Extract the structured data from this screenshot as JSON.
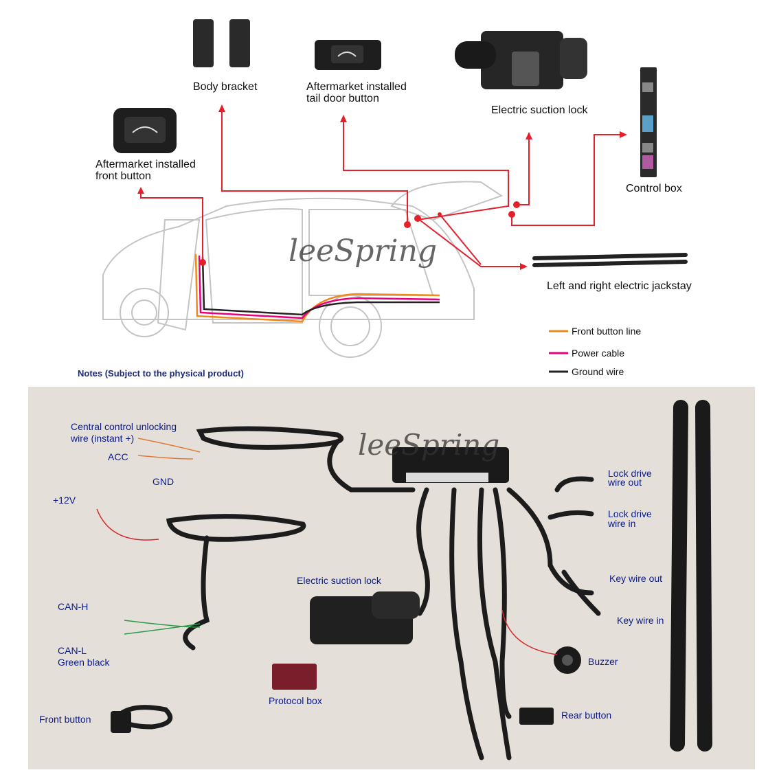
{
  "watermark": "leeSpring",
  "top_diagram": {
    "labels": {
      "body_bracket": "Body bracket",
      "tail_button_line1": "Aftermarket installed",
      "tail_button_line2": "tail door button",
      "suction_lock": "Electric suction lock",
      "control_box": "Control box",
      "front_button_line1": "Aftermarket installed",
      "front_button_line2": "front button",
      "jackstay": "Left and right electric jackstay"
    },
    "legend": [
      {
        "label": "Front button line",
        "color": "#f08a1c"
      },
      {
        "label": "Power cable",
        "color": "#e6007e"
      },
      {
        "label": "Ground wire",
        "color": "#222222"
      }
    ],
    "notes": "Notes (Subject to the physical product)",
    "accent_color": "#e3202b"
  },
  "wiring_photo": {
    "labels": {
      "central_unlock_line1": "Central control unlocking",
      "central_unlock_line2": "wire (instant +)",
      "acc": "ACC",
      "gnd": "GND",
      "plus12v": "+12V",
      "can_h": "CAN-H",
      "can_l_line1": "CAN-L",
      "can_l_line2": "Green black",
      "front_button": "Front button",
      "protocol_box": "Protocol box",
      "suction_lock": "Electric suction lock",
      "lock_drive_out_line1": "Lock drive",
      "lock_drive_out_line2": "wire out",
      "lock_drive_in_line1": "Lock drive",
      "lock_drive_in_line2": "wire in",
      "key_out": "Key wire out",
      "key_in": "Key wire in",
      "buzzer": "Buzzer",
      "rear_button": "Rear button"
    }
  }
}
